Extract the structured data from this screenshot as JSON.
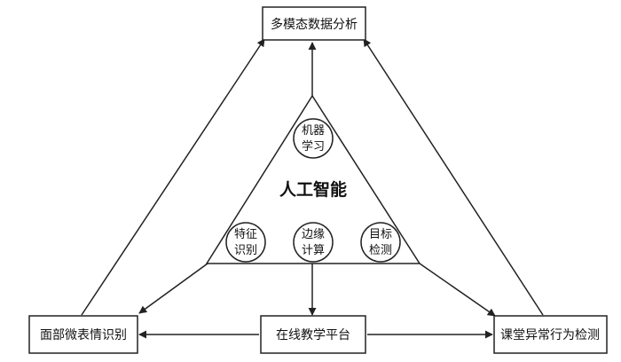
{
  "boxes": {
    "top": "多模态数据分析",
    "left": "面部微表情识别",
    "bottom": "在线教学平台",
    "right": "课堂异常行为检测"
  },
  "center": {
    "title": "人工智能"
  },
  "circles": {
    "ml": {
      "line1": "机器",
      "line2": "学习"
    },
    "feature": {
      "line1": "特征",
      "line2": "识别"
    },
    "edge": {
      "line1": "边缘",
      "line2": "计算"
    },
    "target": {
      "line1": "目标",
      "line2": "检测"
    }
  }
}
